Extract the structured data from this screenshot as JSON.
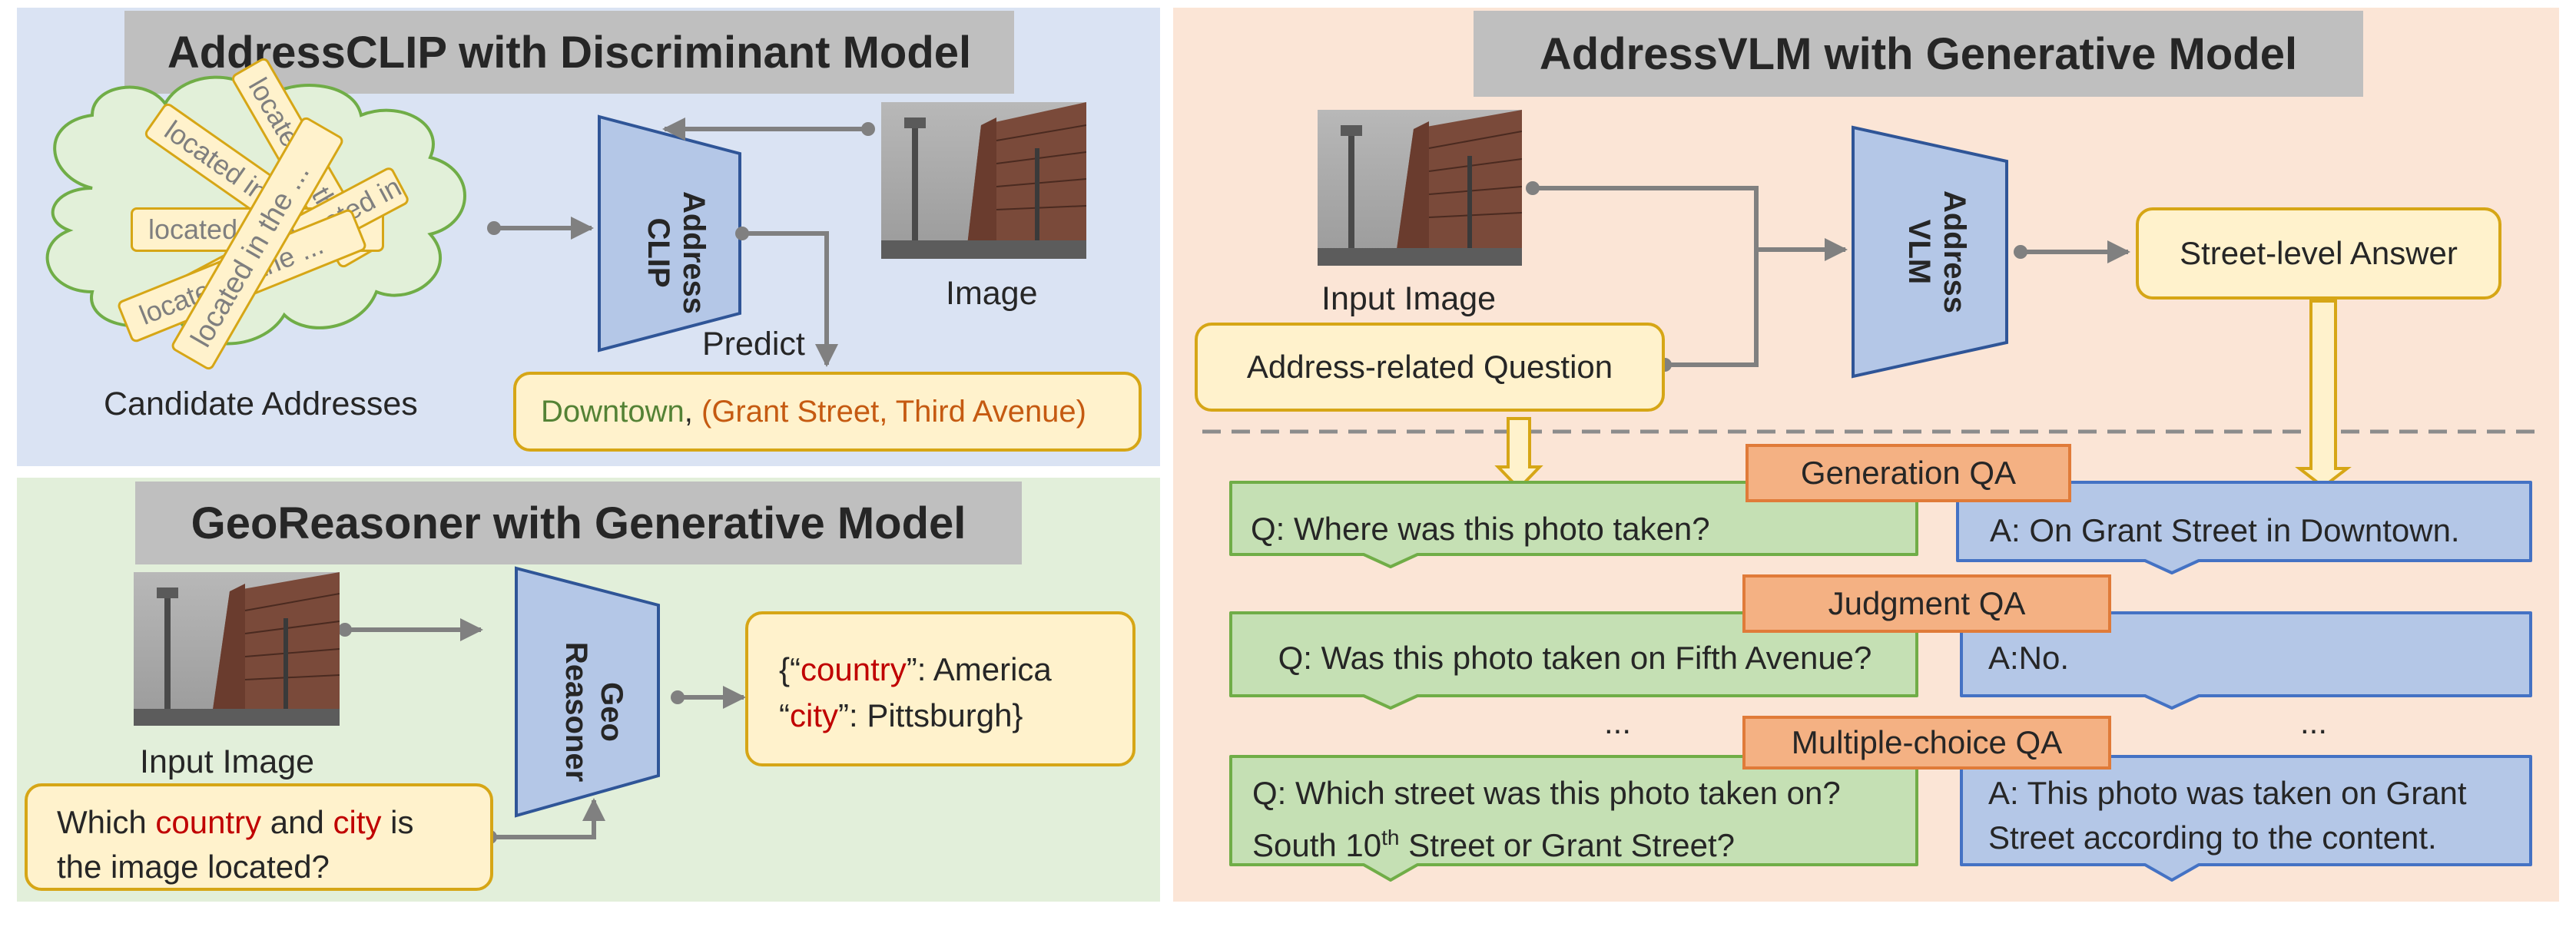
{
  "panels": {
    "addressclip": {
      "title": "AddressCLIP with Discriminant Model"
    },
    "georeasoner": {
      "title": "GeoReasoner with Generative Model"
    },
    "addressvlm": {
      "title": "AddressVLM with Generative Model"
    }
  },
  "addressclip": {
    "candidate_slip_text": "located in the ...",
    "candidates_label": "Candidate Addresses",
    "model_label_line1": "Address",
    "model_label_line2": "CLIP",
    "image_label": "Image",
    "predict_label": "Predict",
    "result_part1": "Downtown",
    "result_sep": ", ",
    "result_part2": "(Grant Street, Third Avenue)"
  },
  "georeasoner": {
    "input_image_label": "Input Image",
    "model_label_line1": "Geo",
    "model_label_line2": "Reasoner",
    "question": {
      "w1": "Which ",
      "w2": "country",
      "w3": " and ",
      "w4": "city",
      "w5": " is",
      "line2": "the image located?"
    },
    "answer": {
      "l1a": "{“",
      "l1b": "country",
      "l1c": "”: America",
      "l2a": "“",
      "l2b": "city",
      "l2c": "”: Pittsburgh}"
    }
  },
  "addressvlm": {
    "input_image_label": "Input Image",
    "question_box": "Address-related Question",
    "model_label_line1": "Address",
    "model_label_line2": "VLM",
    "answer_box": "Street-level Answer",
    "ellipsis": "...",
    "qa_sections": [
      {
        "label": "Generation QA",
        "question": "Q: Where was this photo taken?",
        "answer": "A: On Grant Street in Downtown."
      },
      {
        "label": "Judgment QA",
        "question": "Q: Was this photo taken on Fifth Avenue?",
        "answer": "A:No."
      },
      {
        "label": "Multiple-choice QA",
        "question_line1": "Q: Which street was this photo taken on?",
        "question_line2a": "South 10",
        "question_line2sup": "th",
        "question_line2b": " Street or Grant Street?",
        "answer_line1": "A: This photo was taken on Grant",
        "answer_line2": "Street according to the content."
      }
    ]
  },
  "colors": {
    "panel_blue": "#dae3f3",
    "panel_green": "#e2efda",
    "panel_peach": "#fbe5d6",
    "model_blue": "#b4c7e7",
    "yellow_fill": "#fff2cc",
    "yellow_border": "#d6a616",
    "q_green": "#c5e0b4",
    "a_blue": "#b4c7e7",
    "qa_label_orange": "#f4b183",
    "cloud_green": "#e2f0d9",
    "text_red": "#c00000"
  }
}
